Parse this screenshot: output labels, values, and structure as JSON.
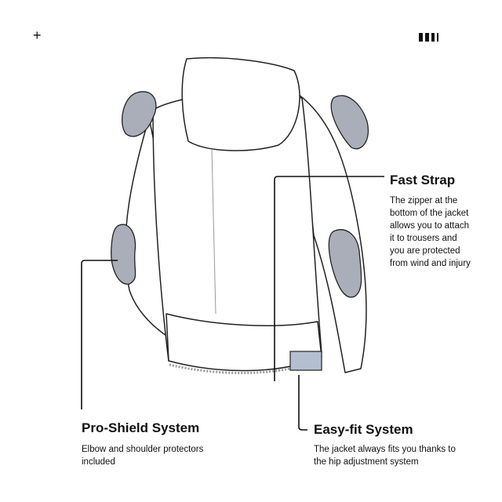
{
  "header": {
    "plus_icon": "plus-icon",
    "bars_icon": "bars-icon"
  },
  "features": {
    "fast_strap": {
      "title": "Fast Strap",
      "text": "The zipper at the bottom of the jacket allows you to attach it to trousers and you are protected from wind and injury"
    },
    "pro_shield": {
      "title": "Pro-Shield System",
      "text": "Elbow and shoulder protectors included"
    },
    "easy_fit": {
      "title": "Easy-fit System",
      "text": "The jacket always fits you thanks to the hip adjustment system"
    }
  },
  "colors": {
    "ink": "#111111",
    "pad": "#a9aeb8",
    "hip": "#b4bfd0"
  }
}
